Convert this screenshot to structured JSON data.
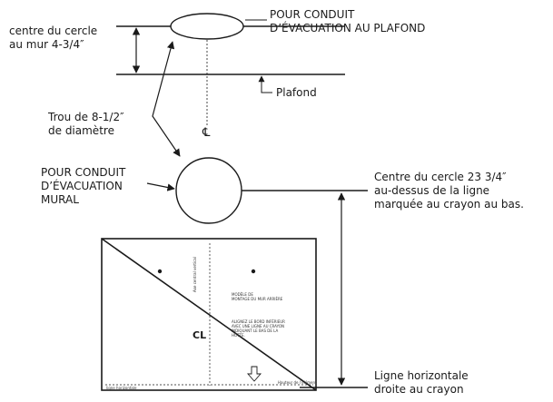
{
  "labels": {
    "centre_mur": [
      "centre du cercle",
      "au mur 4-3/4″"
    ],
    "conduit_plafond": [
      "POUR CONDUIT",
      "D’ÉVACUATION AU PLAFOND"
    ],
    "plafond": "Plafond",
    "trou": [
      "Trou de 8-1/2″",
      "de diamètre"
    ],
    "conduit_mural": [
      "POUR CONDUIT",
      "D’ÉVACUATION",
      "MURAL"
    ],
    "centre_ligne": [
      "Centre du cercle 23 3/4″",
      "au-dessus de la ligne",
      "marquée au crayon au bas."
    ],
    "ligne_horizontale": [
      "Ligne horizontale",
      "droite au crayon"
    ],
    "centerline_symbol": "℄",
    "template_cl": "CL"
  },
  "template_text": {
    "modele": [
      "MODÈLE DE",
      "MONTAGE DU MUR ARRIÈRE"
    ],
    "alignez": [
      "ALIGNEZ LE BORD INFÉRIEUR",
      "AVEC UNE LIGNE AU CRAYON",
      "INDIQUANT LE BAS DE LA",
      "HOTTE."
    ],
    "vertical_note": "Axe central vertical",
    "horizontal_left": "ligne horizontale",
    "horizontal_right": "Hauteur de l’élément"
  },
  "colors": {
    "line": "#1a1a1a",
    "background": "#ffffff"
  }
}
